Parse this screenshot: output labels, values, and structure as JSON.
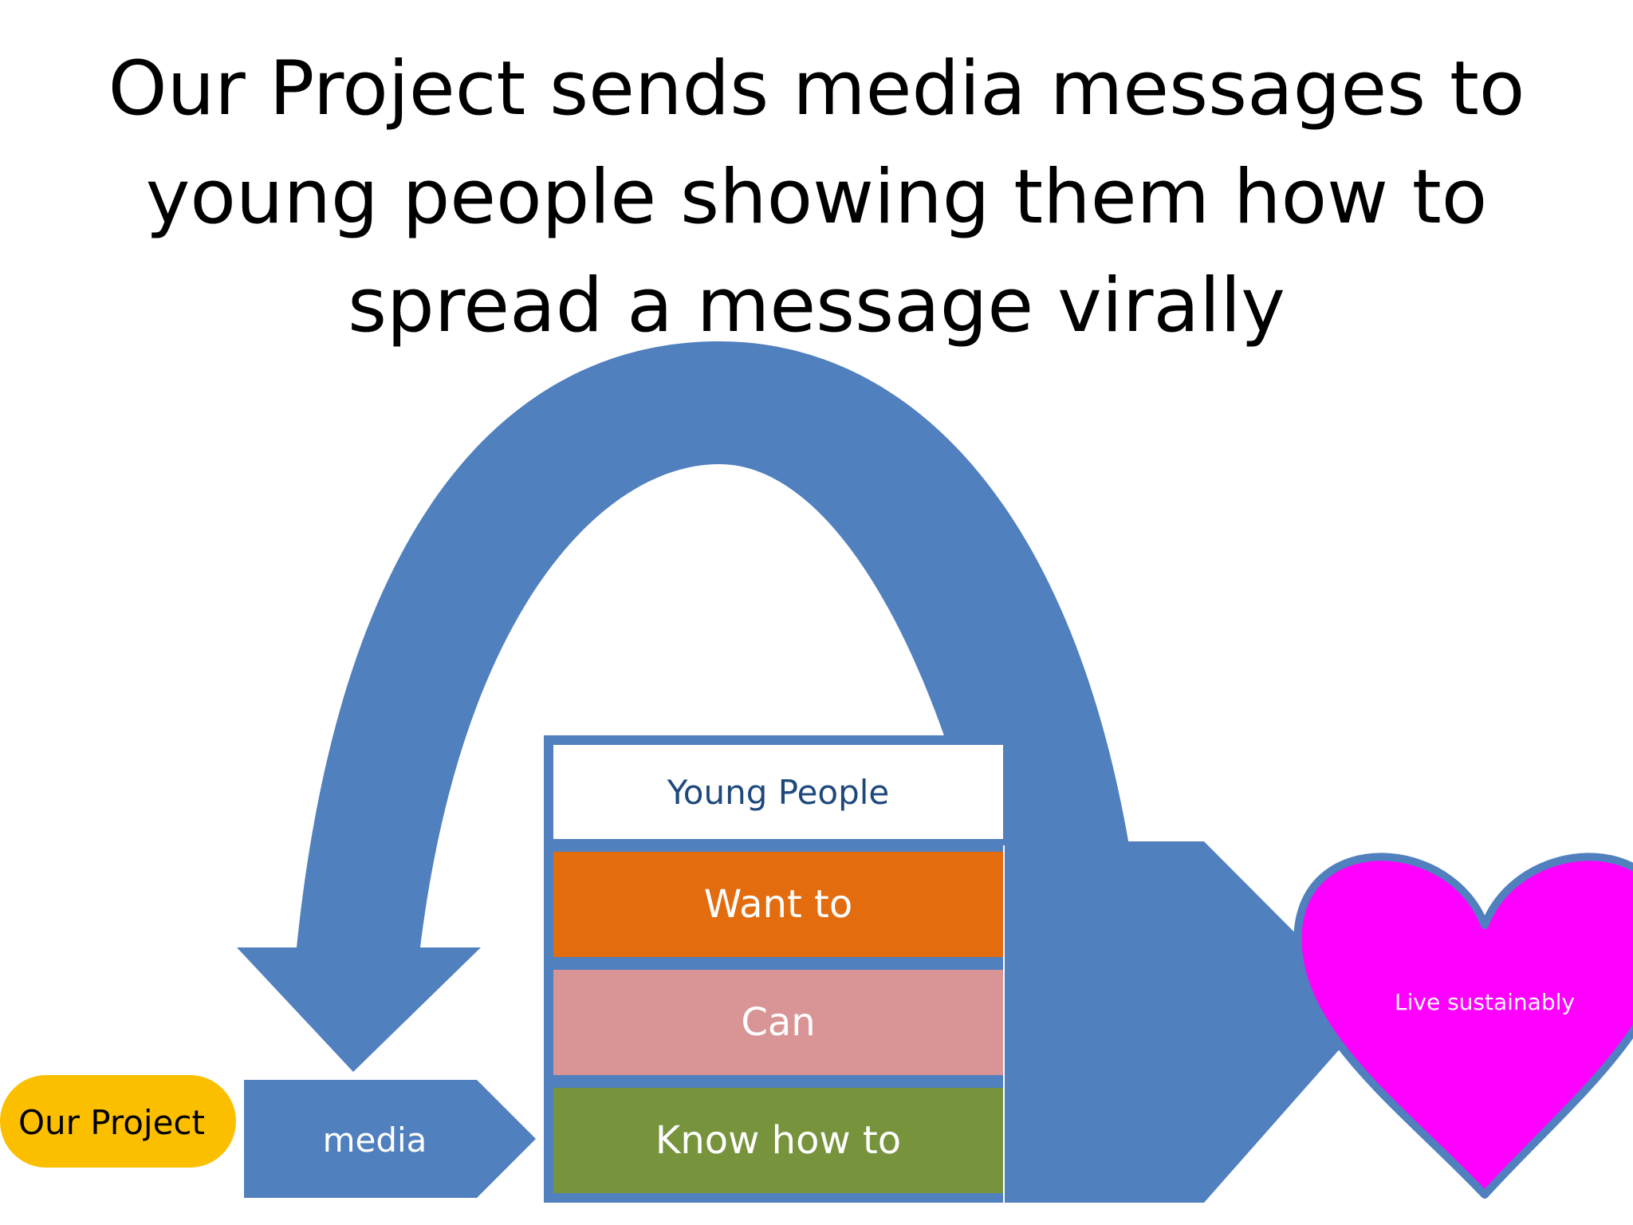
{
  "title": "Our Project sends media messages to young people showing them how to spread a message virally",
  "nodes": {
    "our_project": "Our Project",
    "media": "media",
    "young_people": "Young People",
    "want_to": "Want to",
    "can": "Can",
    "know_how_to": "Know how to",
    "heart": "Live sustainably"
  },
  "colors": {
    "arrow_blue": "#5180bf",
    "our_project_fill": "#fcbf00",
    "want_to_fill": "#e26c0e",
    "can_fill": "#d99496",
    "know_how_fill": "#77933c",
    "heart_fill": "#ff00ff",
    "young_people_text": "#1f497d"
  }
}
